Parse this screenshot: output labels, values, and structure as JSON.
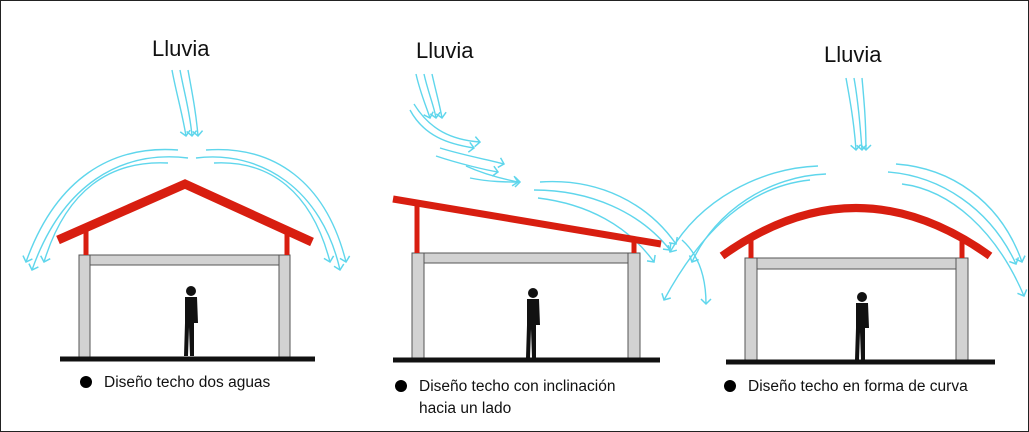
{
  "colors": {
    "roof": "#d81e10",
    "structure_fill": "#d2d2d2",
    "structure_stroke": "#555555",
    "ground": "#111111",
    "rain": "#5fd6ec",
    "person": "#111111"
  },
  "panels": [
    {
      "rain_label": "Lluvia",
      "caption": "Diseño techo dos aguas"
    },
    {
      "rain_label": "Lluvia",
      "caption_line1": "Diseño techo con inclinación",
      "caption_line2": "hacia un lado"
    },
    {
      "rain_label": "Lluvia",
      "caption": "Diseño techo en forma de curva"
    }
  ]
}
